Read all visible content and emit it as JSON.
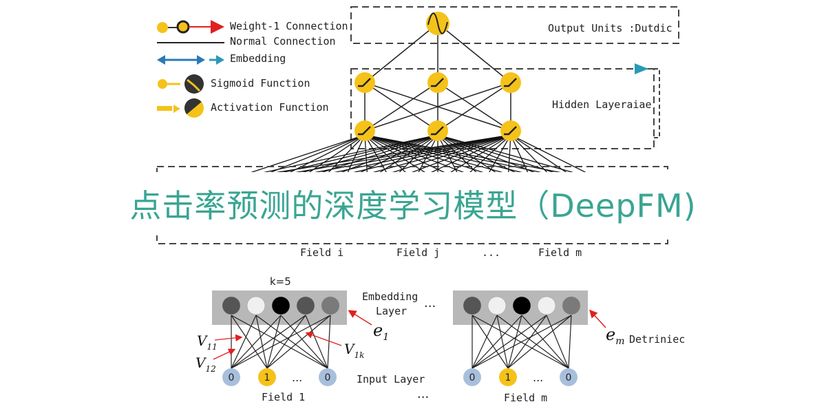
{
  "title": "点击率预测的深度学习模型（DeepFM)",
  "legend": {
    "weight1": "Weight-1 Connection",
    "normal": "Normal Connection",
    "embedding": "Embedding",
    "sigmoid": "Sigmoid Function",
    "activation": "Activation Function"
  },
  "top_diagram": {
    "output_label": "Output Units :Dutdic",
    "hidden_label": "Hidden Layeraiae",
    "field_i": "Field i",
    "field_j": "Field j",
    "dots": "...",
    "field_m": "Field m"
  },
  "bottom_diagram": {
    "k_label": "k=5",
    "embedding_layer_1": "Embedding",
    "embedding_layer_2": "Layer",
    "between_dots_top": "...",
    "between_dots_bottom": "...",
    "input_layer": "Input Layer",
    "e1": "e",
    "e1_sub": "1",
    "em": "e",
    "em_sub": "m",
    "em_note": "Detriniec",
    "v11": "V",
    "v11_sub": "11",
    "v12": "V",
    "v12_sub": "12",
    "v1k": "V",
    "v1k_sub": "1k",
    "field1": "Field 1",
    "fieldm": "Field m",
    "input_values": [
      "0",
      "1",
      "0"
    ],
    "input_dots": "..."
  },
  "colors": {
    "node_yellow": "#f5c21a",
    "input_blue": "#a8bfdc",
    "title_teal": "#3aa592",
    "embed_bar": "#b8b8b8",
    "weight1_red": "#e02020",
    "embed_blue": "#2a7ab8"
  }
}
